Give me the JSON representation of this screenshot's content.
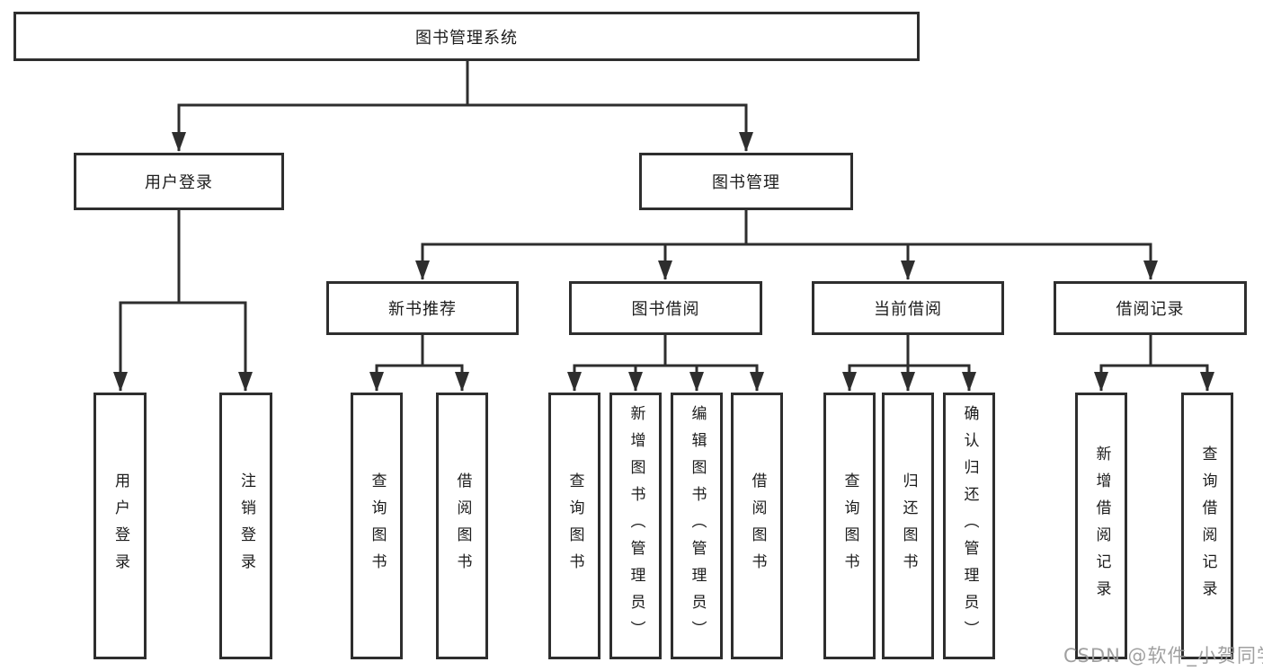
{
  "diagram": {
    "title": "图书管理系统",
    "nodes": {
      "root": {
        "label": "图书管理系统"
      },
      "userLogin": {
        "label": "用户登录",
        "children": {
          "login": {
            "label": "用户登录"
          },
          "logout": {
            "label": "注销登录"
          }
        }
      },
      "bookMgmt": {
        "label": "图书管理",
        "children": {
          "newBookRec": {
            "label": "新书推荐",
            "children": {
              "query": {
                "label": "查询图书"
              },
              "borrow": {
                "label": "借阅图书"
              }
            }
          },
          "bookBorrow": {
            "label": "图书借阅",
            "children": {
              "query": {
                "label": "查询图书"
              },
              "add": {
                "label": "新增图书（管理员）"
              },
              "edit": {
                "label": "编辑图书（管理员）"
              },
              "borrow": {
                "label": "借阅图书"
              }
            }
          },
          "currentBorrow": {
            "label": "当前借阅",
            "children": {
              "query": {
                "label": "查询图书"
              },
              "return": {
                "label": "归还图书"
              },
              "confirm": {
                "label": "确认归还（管理员）"
              }
            }
          },
          "borrowRecords": {
            "label": "借阅记录",
            "children": {
              "add": {
                "label": "新增借阅记录"
              },
              "query": {
                "label": "查询借阅记录"
              }
            }
          }
        }
      }
    },
    "colors": {
      "line": "#2e2e2e",
      "text": "#1c1c1c",
      "background": "#ffffff",
      "watermark_gray": "#9b9b9b"
    }
  },
  "watermark": {
    "text": "CSDN @软件_小贺同学"
  }
}
